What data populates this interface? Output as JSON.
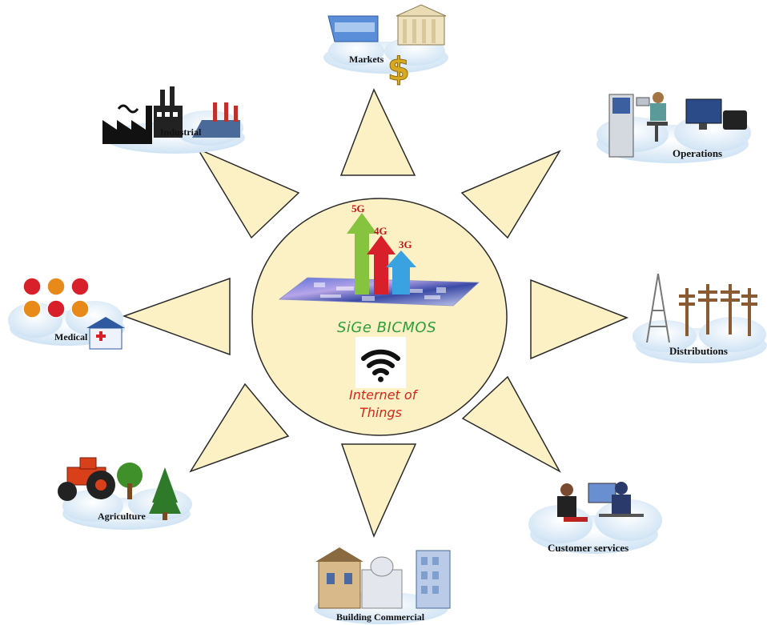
{
  "center": {
    "generations": [
      "5G",
      "4G",
      "3G"
    ],
    "technology": "SiGe BICMOS",
    "concept_line1": "Internet of",
    "concept_line2": "Things",
    "wifi_icon": "wifi-icon",
    "chip_icon": "chip-icon"
  },
  "sectors": [
    {
      "label": "Markets",
      "icon": "market-bank-icon"
    },
    {
      "label": "Operations",
      "icon": "operations-workstation-icon"
    },
    {
      "label": "Distributions",
      "icon": "distribution-towers-icon"
    },
    {
      "label": "Customer services",
      "icon": "customer-service-icon"
    },
    {
      "label": "Building Commercial",
      "icon": "commercial-building-icon"
    },
    {
      "label": "Agriculture",
      "icon": "agriculture-tractor-icon"
    },
    {
      "label": "Medical",
      "icon": "medical-icon"
    },
    {
      "label": "Industrial",
      "icon": "factory-icon"
    }
  ],
  "colors": {
    "sun": "#fbf1c4",
    "outline": "#2a2a2a",
    "cloud": "#d7e9f7",
    "arrow_5g": "#86c440",
    "arrow_4g": "#d8202a",
    "arrow_3g": "#3aa2e0",
    "label_5g": "#c0151b",
    "tech_text": "#2e9e3a",
    "iot_text": "#d0281e"
  }
}
